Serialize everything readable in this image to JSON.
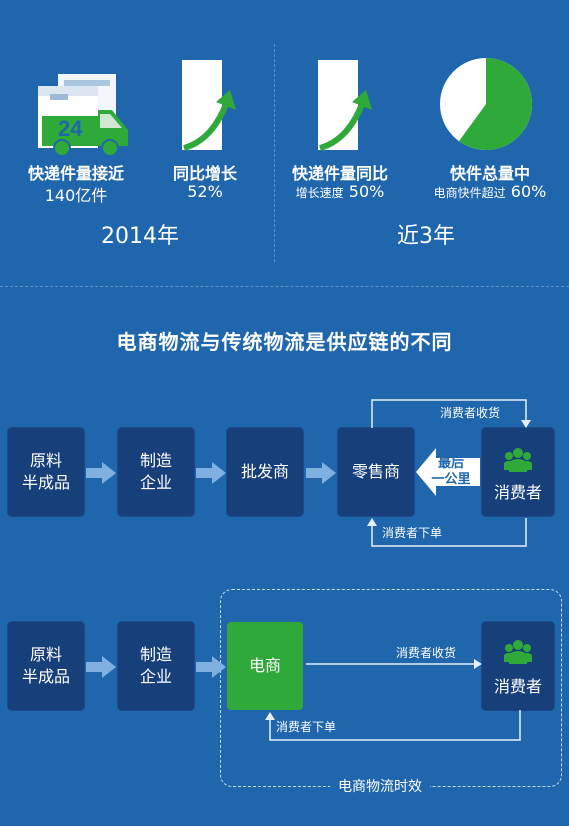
{
  "top": {
    "stats_2014": [
      {
        "title": "快递件量接近",
        "value": "140亿件"
      },
      {
        "title": "同比增长",
        "value": "52%"
      }
    ],
    "year_2014": "2014年",
    "stats_recent": [
      {
        "title": "快递件量同比",
        "sub_label": "增长速度",
        "sub_value": "50%"
      },
      {
        "title": "快件总量中",
        "sub_label": "电商快件超过",
        "sub_value": "60%"
      }
    ],
    "year_recent": "近3年",
    "van_number": "24",
    "pie_fraction": 0.6
  },
  "section_title": "电商物流与传统物流是供应链的不同",
  "traditional": {
    "nodes": [
      "原料\n半成品",
      "制造\n企业",
      "批发商",
      "零售商"
    ],
    "consumer": "消费者",
    "last_mile": "最后\n一公里",
    "receive_label": "消费者收货",
    "order_label": "消费者下单"
  },
  "ecommerce": {
    "nodes": [
      "原料\n半成品",
      "制造\n企业"
    ],
    "ecom_node": "电商",
    "consumer": "消费者",
    "receive_label": "消费者收货",
    "order_label": "消费者下单",
    "region_label": "电商物流时效"
  },
  "colors": {
    "background": "#1f66ad",
    "box": "#173f7a",
    "green": "#2faa3a",
    "arrow": "#7fb0e0"
  }
}
